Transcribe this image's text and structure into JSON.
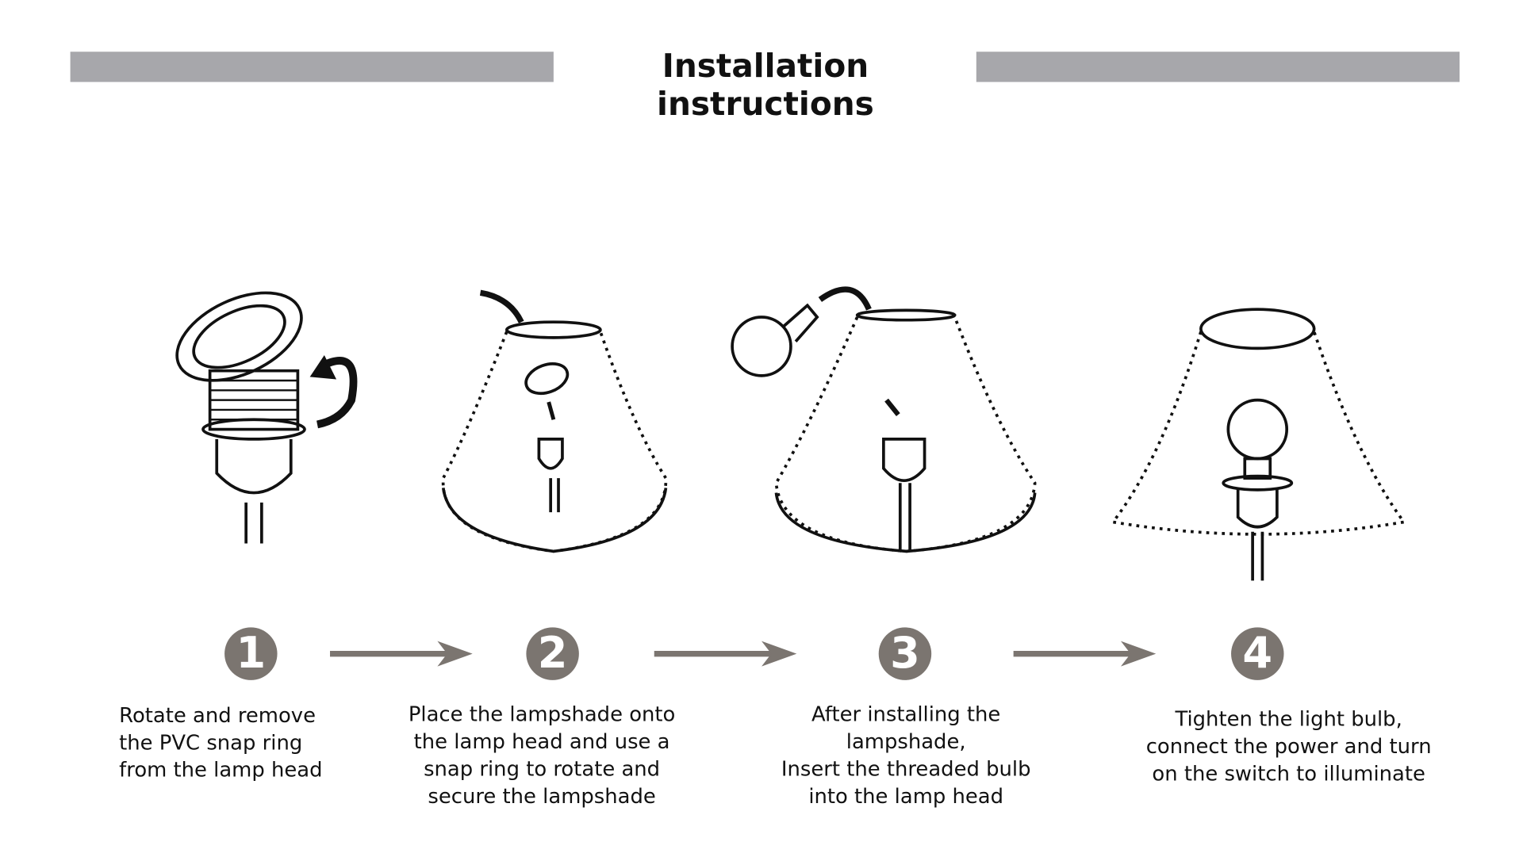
{
  "title": "Installation instructions",
  "steps": [
    {
      "number": "1",
      "caption": "Rotate and remove\nthe PVC snap ring\nfrom the lamp head"
    },
    {
      "number": "2",
      "caption": "Place the lampshade onto\nthe lamp head and use a\nsnap ring to rotate and\nsecure the lampshade"
    },
    {
      "number": "3",
      "caption": "After installing the\nlampshade,\nInsert the threaded bulb\ninto the lamp head"
    },
    {
      "number": "4",
      "caption": "Tighten the light bulb,\nconnect the power and turn\non the switch to illuminate"
    }
  ],
  "colors": {
    "header_bar": "#a7a7ab",
    "step_badge": "#7b7570",
    "arrow": "#7b7570"
  }
}
